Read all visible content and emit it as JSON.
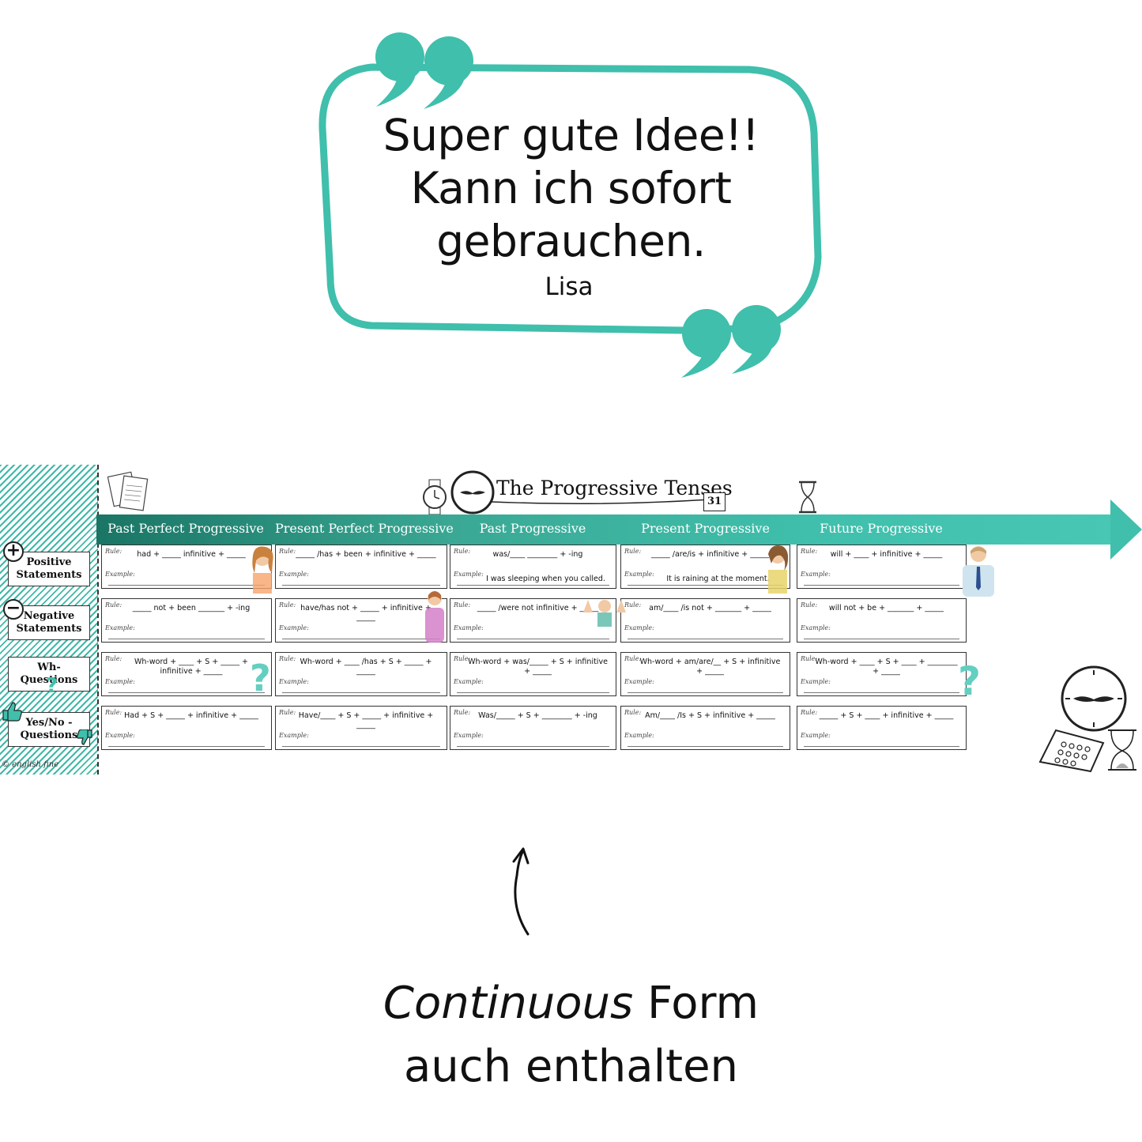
{
  "testimonial": {
    "quote_lines": [
      "Super gute Idee!!",
      "Kann ich sofort",
      "gebrauchen."
    ],
    "author": "Lisa"
  },
  "worksheet": {
    "title": "The Progressive Tenses",
    "calendar_number": "31",
    "credit": "© english fine",
    "columns": [
      "Past Perfect Progressive",
      "Present Perfect Progressive",
      "Past Progressive",
      "Present Progressive",
      "Future Progressive"
    ],
    "rows": [
      {
        "symbol": "+",
        "label": "Positive Statements"
      },
      {
        "symbol": "−",
        "label": "Negative Statements"
      },
      {
        "symbol": "",
        "label": "Wh-Questions"
      },
      {
        "symbol": "",
        "label": "Yes/No - Questions"
      }
    ],
    "rule_label": "Rule:",
    "example_label": "Example:",
    "cells": [
      [
        {
          "rule": "had + _____ infinitive + _____",
          "example": ""
        },
        {
          "rule": "_____ not + been _______ + -ing",
          "example": ""
        },
        {
          "rule": "Wh-word + ____ + S + _____ + infinitive + _____",
          "example": ""
        },
        {
          "rule": "Had + S + _____ + infinitive + _____",
          "example": ""
        }
      ],
      [
        {
          "rule": "_____ /has + been + infinitive + _____",
          "example": ""
        },
        {
          "rule": "have/has not + _____ + infinitive + _____",
          "example": ""
        },
        {
          "rule": "Wh-word + ____ /has + S + _____ + _____",
          "example": ""
        },
        {
          "rule": "Have/____ + S + _____ + infinitive + _____",
          "example": ""
        }
      ],
      [
        {
          "rule": "was/____ ________ + -ing",
          "example": "I was sleeping when you called."
        },
        {
          "rule": "_____ /were not infinitive + _____",
          "example": ""
        },
        {
          "rule": "Wh-word + was/_____ + S + infinitive + _____",
          "example": ""
        },
        {
          "rule": "Was/_____ + S + ________ + -ing",
          "example": ""
        }
      ],
      [
        {
          "rule": "_____ /are/is + infinitive + _____",
          "example": "It is raining at the moment."
        },
        {
          "rule": "am/____ /is not + _______ + _____",
          "example": ""
        },
        {
          "rule": "Wh-word + am/are/__ + S + infinitive + _____",
          "example": ""
        },
        {
          "rule": "Am/____ /Is + S + infinitive + _____",
          "example": ""
        }
      ],
      [
        {
          "rule": "will + ____ + infinitive + _____",
          "example": ""
        },
        {
          "rule": "will not + be + _______ + _____",
          "example": ""
        },
        {
          "rule": "Wh-word + ____ + S + ____ + ________ + _____",
          "example": ""
        },
        {
          "rule": "_____ + S + ____ + infinitive + _____",
          "example": ""
        }
      ]
    ]
  },
  "caption": {
    "line1_italic": "Continuous",
    "line1_rest": " Form",
    "line2": "auch enthalten"
  },
  "colors": {
    "teal": "#3fbfac",
    "dark_teal": "#1a7565"
  },
  "icons": [
    "quote-open-icon",
    "quote-close-icon",
    "clock-icon",
    "watch-icon",
    "calendar-icon",
    "hourglass-icon",
    "question-mark-icon",
    "thumbs-up-icon",
    "thumbs-down-icon",
    "curved-arrow-icon"
  ]
}
